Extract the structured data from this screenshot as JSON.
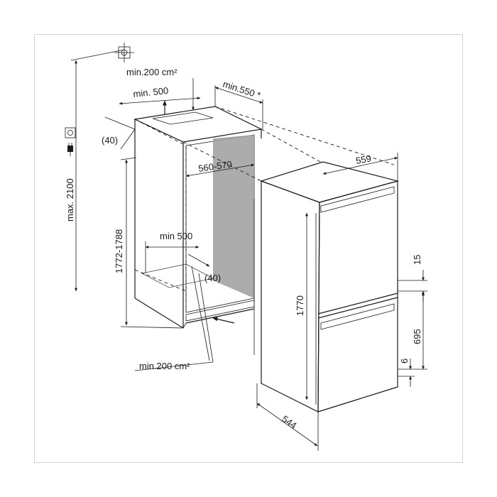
{
  "labels": {
    "vent_top_area": "min.200 cm²",
    "vent_top_width": "min. 500",
    "niche_depth": "min.550 *",
    "top_offset": "(40)",
    "max_height": "max. 2100",
    "niche_height": "1772-1788",
    "niche_width": "560-570",
    "vent_bottom_width": "min 500",
    "bottom_offset": "(40)",
    "vent_bottom_area": "min.200 cm²",
    "appliance_width": "559",
    "appliance_height": "1770",
    "gap_15": "15",
    "lower_height": "695",
    "gap_6": "6",
    "appliance_depth": "544"
  },
  "icons": {
    "ceiling_socket": "ceiling-outlet-icon",
    "wall_socket": "wall-socket-icon",
    "plug": "plug-icon"
  },
  "colors": {
    "line": "#1a1a1a",
    "niche_fill": "#d8d8d8",
    "niche_back": "#9e9e9e",
    "vent_fill": "#bdbdbd",
    "frame_border": "#d3d3d3"
  }
}
